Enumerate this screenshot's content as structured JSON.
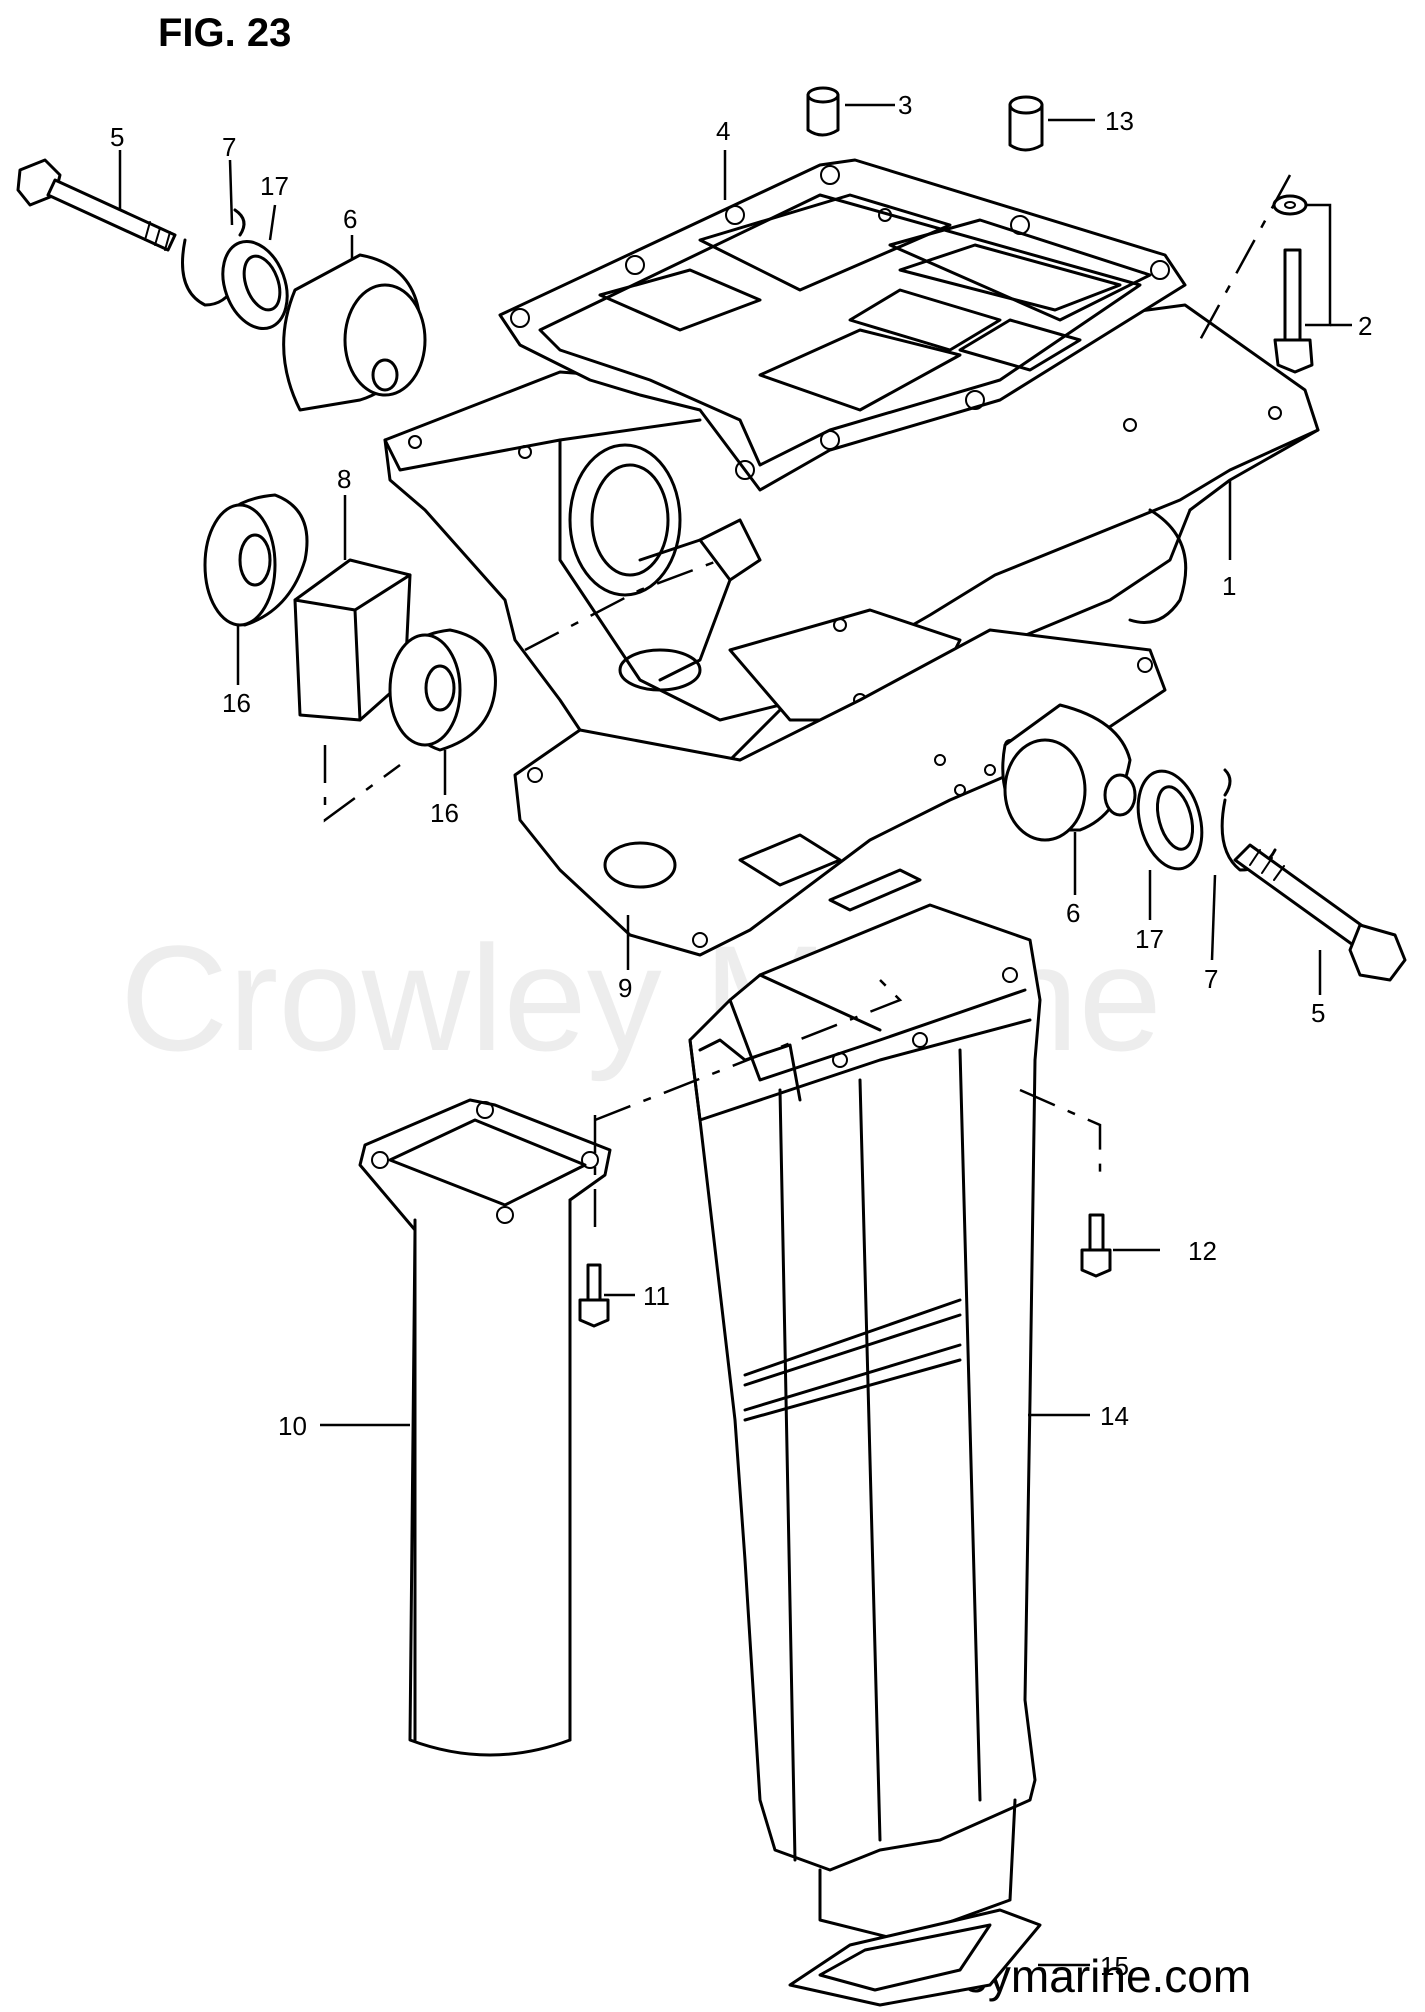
{
  "figure": {
    "title": "FIG. 23"
  },
  "watermark": "Crowley Marine",
  "website": "crowleymarine.com",
  "callouts": {
    "c1": "1",
    "c2": "2",
    "c3": "3",
    "c4": "4",
    "c5a": "5",
    "c5b": "5",
    "c6a": "6",
    "c6b": "6",
    "c7a": "7",
    "c7b": "7",
    "c8": "8",
    "c9": "9",
    "c10": "10",
    "c11": "11",
    "c12": "12",
    "c13": "13",
    "c14": "14",
    "c15": "15",
    "c16a": "16",
    "c16b": "16",
    "c17a": "17",
    "c17b": "17"
  }
}
